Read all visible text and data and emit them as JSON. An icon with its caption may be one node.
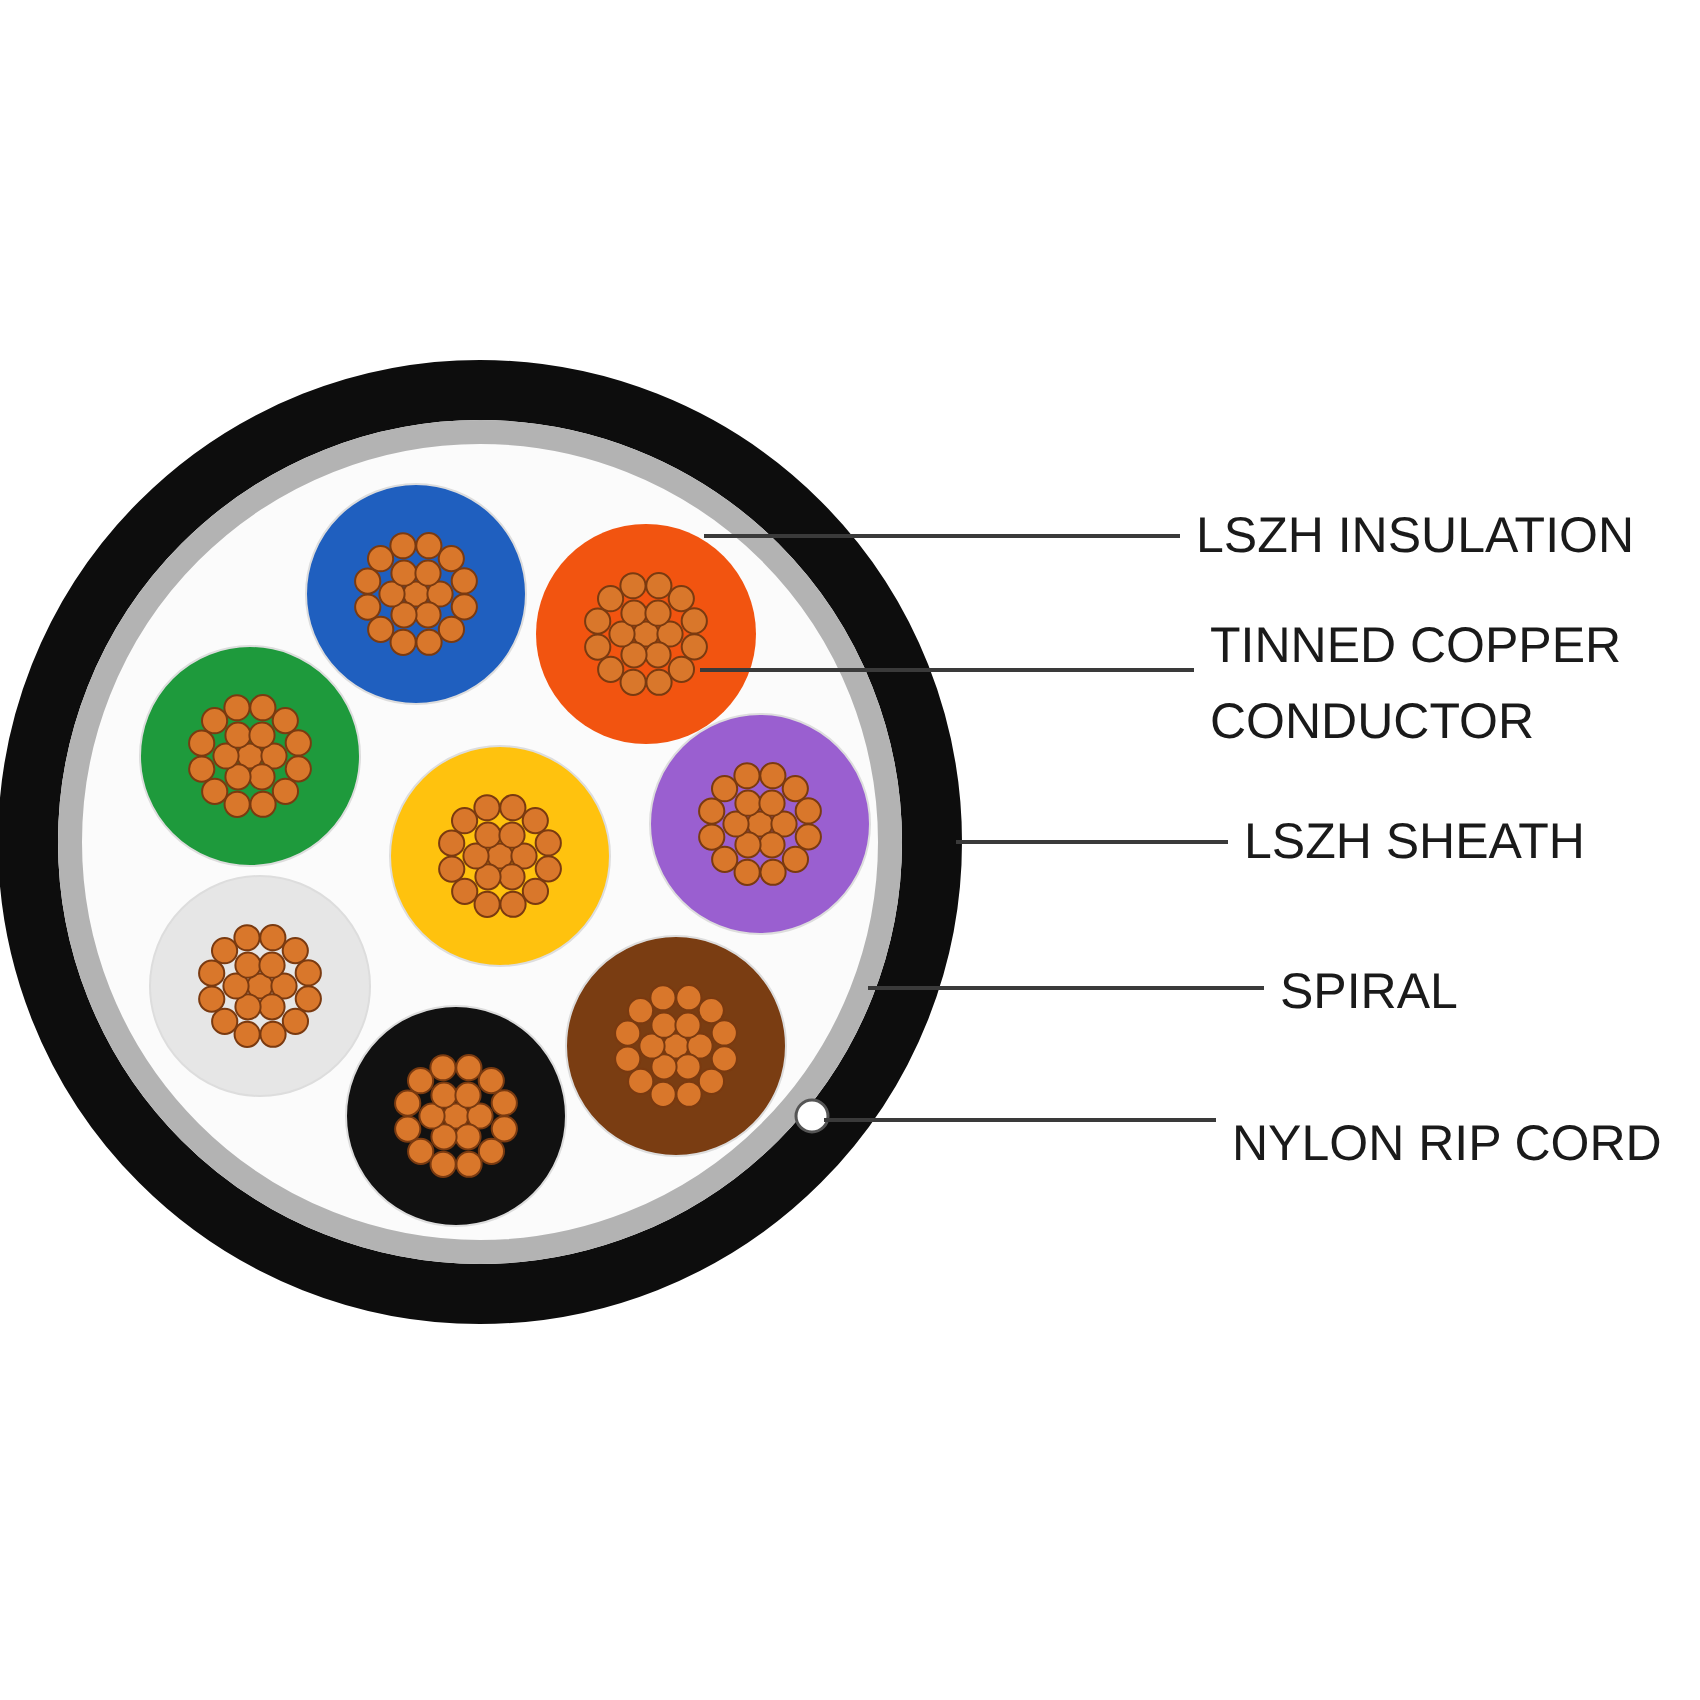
{
  "diagram": {
    "nodes": [
      {
        "text": [
          "LSZH INSULATION"
        ]
      },
      {
        "text": [],
        "shape": "circle",
        "in": 7
      },
      {
        "text": [
          "TINNED COPPER CONDUCTOR"
        ]
      },
      {
        "text": [],
        "shape": "circle",
        "in": 1
      },
      {
        "text": [
          "LSZH SHEATH"
        ]
      },
      {
        "text": [],
        "shape": "circle"
      },
      {
        "text": [
          "SPIRAL"
        ]
      },
      {
        "text": [],
        "shape": "circle",
        "in": 5
      },
      {
        "text": [
          "NYLON RIP CORD"
        ]
      },
      {
        "text": [],
        "shape": "circle",
        "in": 5
      }
    ],
    "edges": [
      {
        "from": 0,
        "to": 1,
        "arrow": "none"
      },
      {
        "from": 2,
        "to": 3,
        "arrow": "none"
      },
      {
        "from": 4,
        "to": 5,
        "arrow": "none"
      },
      {
        "from": 6,
        "to": 7,
        "arrow": "none"
      },
      {
        "from": 8,
        "to": 9,
        "arrow": "none"
      }
    ]
  }
}
